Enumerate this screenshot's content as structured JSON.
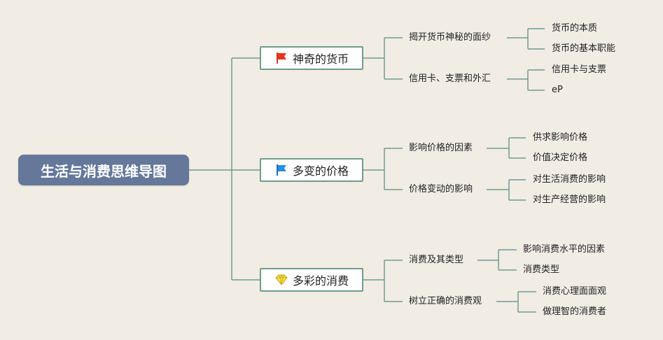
{
  "root": {
    "title": "生活与消费思维导图"
  },
  "branches": [
    {
      "label": "神奇的货币",
      "icon": "red-flag-icon",
      "children": [
        {
          "label": "揭开货币神秘的面纱",
          "children": [
            "货币的本质",
            "货币的基本职能"
          ]
        },
        {
          "label": "信用卡、支票和外汇",
          "children": [
            "信用卡与支票",
            "eP"
          ]
        }
      ]
    },
    {
      "label": "多变的价格",
      "icon": "blue-flag-icon",
      "children": [
        {
          "label": "影响价格的因素",
          "children": [
            "供求影响价格",
            "价值决定价格"
          ]
        },
        {
          "label": "价格变动的影响",
          "children": [
            "对生活消费的影响",
            "对生产经营的影响"
          ]
        }
      ]
    },
    {
      "label": "多彩的消费",
      "icon": "diamond-icon",
      "children": [
        {
          "label": "消费及其类型",
          "children": [
            "影响消费水平的因素",
            "消费类型"
          ]
        },
        {
          "label": "树立正确的消费观",
          "children": [
            "消费心理面面观",
            "做理智的消费者"
          ]
        }
      ]
    }
  ],
  "colors": {
    "connector": "#6f9c8c",
    "root_bg": "#65789a",
    "background": "#f1ece4"
  }
}
